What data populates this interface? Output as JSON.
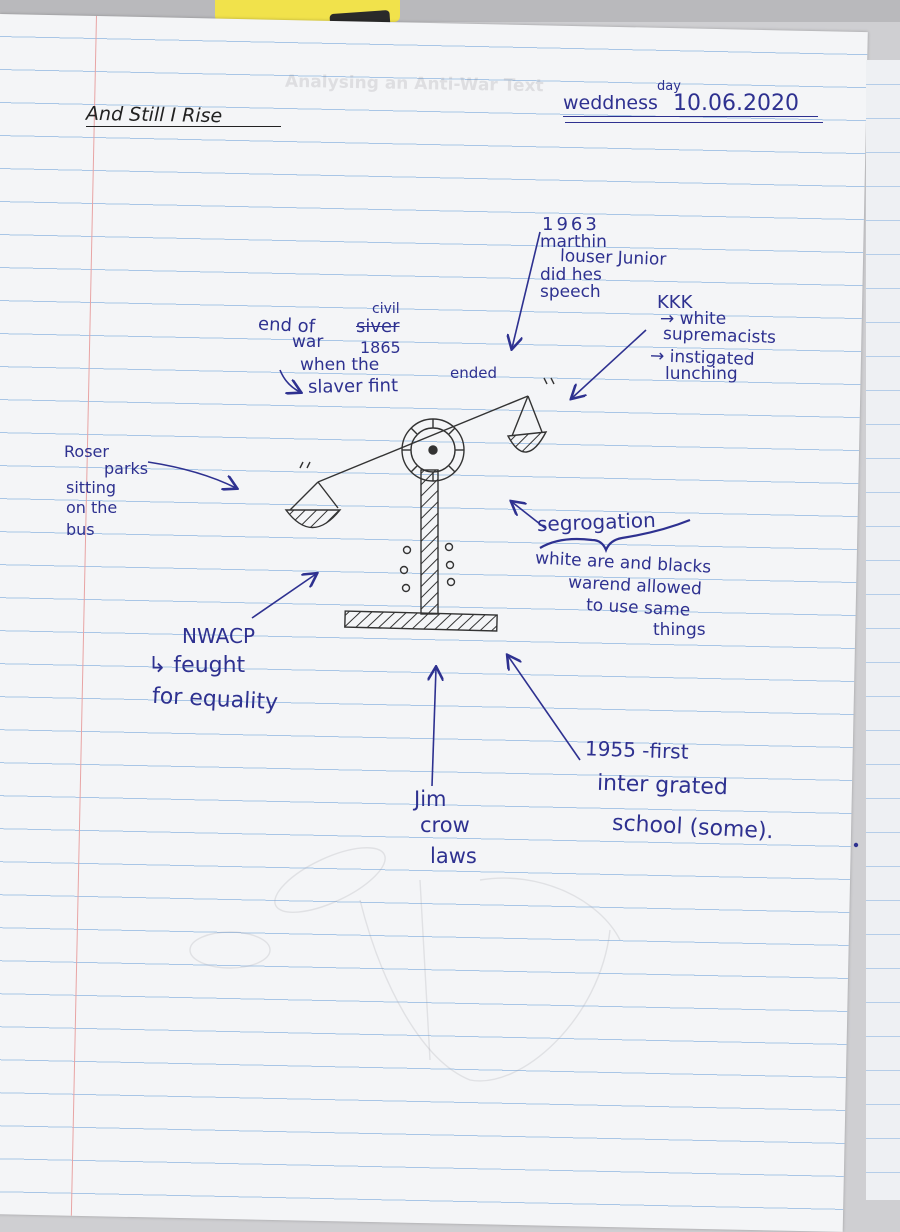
{
  "title": "And Still I Rise",
  "date": {
    "weekday": "weddness",
    "weekday_insert": "day",
    "value": "10.06.2020"
  },
  "annotations": {
    "mlk": [
      "1963",
      "marthin",
      "louser Junior",
      "did hes",
      "speech"
    ],
    "kkk": {
      "label": "KKK",
      "points": [
        "→ white",
        "supremacists",
        "→ instigated",
        "lunching"
      ]
    },
    "civil_war": {
      "line1_prefix": "end of",
      "struck_word": "siver",
      "inserted_word": "civil",
      "line2": "war",
      "line3": "1865",
      "line4_prefix": "when the",
      "inserted_ended": "ended",
      "line5": "slaver fint"
    },
    "rosa": [
      "Roser",
      "parks",
      "sitting",
      "on the",
      "bus"
    ],
    "segregation": {
      "label": "segrogation",
      "description": [
        "white are and blacks",
        "warend allowed",
        "to use same",
        "things"
      ]
    },
    "nwacp": [
      "NWACP",
      "↳ feught",
      "for equality"
    ],
    "jim_crow": [
      "Jim",
      "crow",
      "laws"
    ],
    "school": [
      "1955 -first",
      "inter grated",
      "school (some)."
    ]
  },
  "ghost_text": "Analysing an Anti-War Text",
  "colors": {
    "ink": "#2e3190",
    "pencil": "#222222",
    "rule": "#a9c6e6",
    "margin": "#e8a4a4"
  }
}
